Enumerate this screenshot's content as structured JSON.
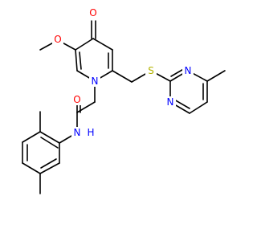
{
  "molecule": {
    "atoms": [
      {
        "id": "o_keto",
        "label": "O",
        "color": "#ff0000"
      },
      {
        "id": "o_methoxy",
        "label": "O",
        "color": "#ff0000"
      },
      {
        "id": "n_pyridone",
        "label": "N",
        "color": "#0000ff"
      },
      {
        "id": "s_thioether",
        "label": "S",
        "color": "#b2b200"
      },
      {
        "id": "n_pyrimidine_1",
        "label": "N",
        "color": "#0000ff"
      },
      {
        "id": "n_pyrimidine_2",
        "label": "N",
        "color": "#0000ff"
      },
      {
        "id": "o_amide",
        "label": "O",
        "color": "#ff0000"
      },
      {
        "id": "n_amide",
        "label": "N",
        "color": "#0000ff"
      },
      {
        "id": "h_amide",
        "label": "H",
        "color": "#0000ff"
      }
    ]
  }
}
